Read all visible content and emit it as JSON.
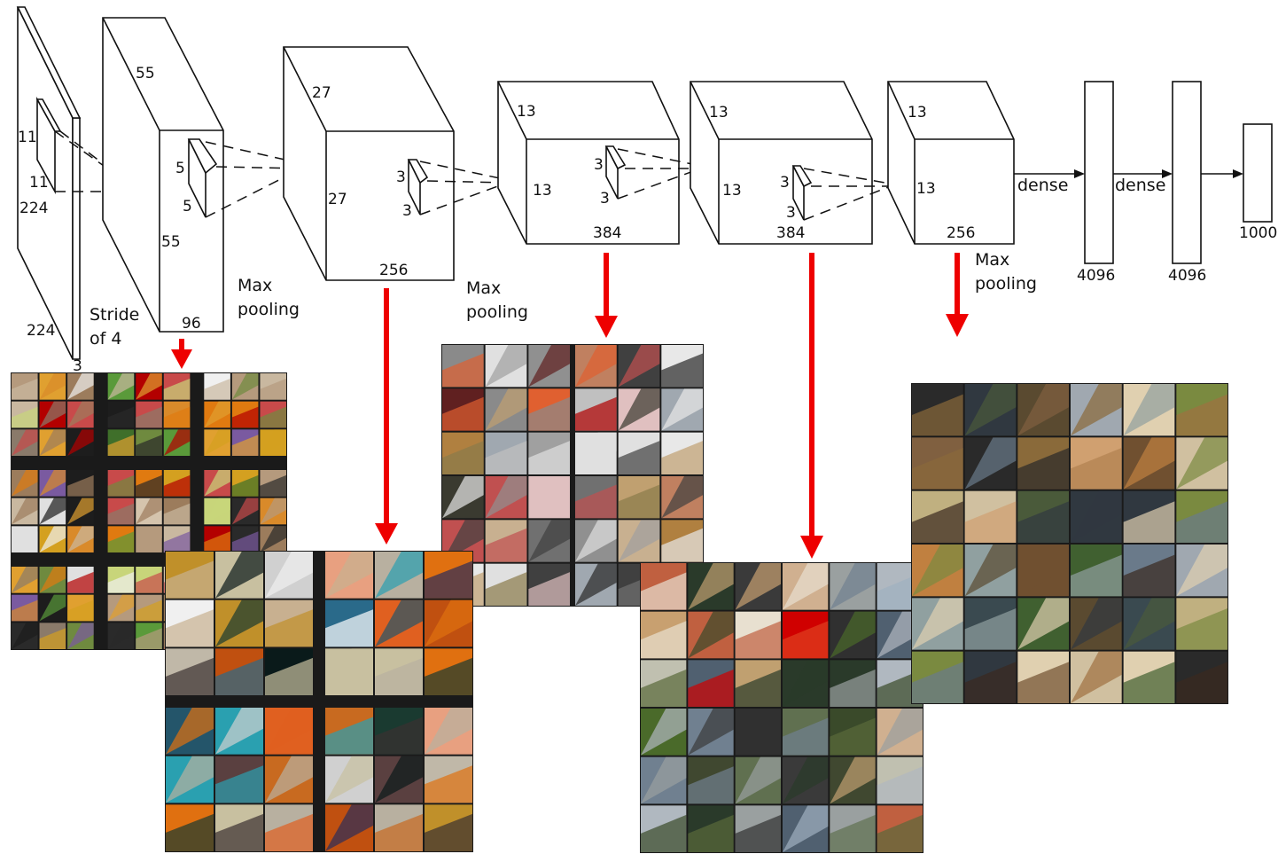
{
  "layers": [
    {
      "id": "input",
      "dims": [
        "224",
        "224",
        "3"
      ],
      "kernel": [
        "11",
        "11"
      ]
    },
    {
      "id": "conv1",
      "dims": [
        "55",
        "55",
        "96"
      ],
      "kernel": [
        "5",
        "5"
      ],
      "note": [
        "Stride",
        "of 4"
      ]
    },
    {
      "id": "conv2",
      "dims": [
        "27",
        "27",
        "256"
      ],
      "kernel": [
        "3",
        "3"
      ]
    },
    {
      "id": "conv3",
      "dims": [
        "13",
        "13",
        "384"
      ],
      "kernel": [
        "3",
        "3"
      ]
    },
    {
      "id": "conv4",
      "dims": [
        "13",
        "13",
        "384"
      ],
      "kernel": [
        "3",
        "3"
      ]
    },
    {
      "id": "conv5",
      "dims": [
        "13",
        "13",
        "256"
      ]
    },
    {
      "id": "fc1",
      "dims": [
        "4096"
      ]
    },
    {
      "id": "fc2",
      "dims": [
        "4096"
      ]
    },
    {
      "id": "output",
      "dims": [
        "1000"
      ]
    }
  ],
  "operations": {
    "pool1": [
      "Max",
      "pooling"
    ],
    "pool2": [
      "Max",
      "pooling"
    ],
    "pool3": [
      "Max",
      "pooling"
    ],
    "dense1": "dense",
    "dense2": "dense"
  },
  "colors": {
    "arrow": "#ee0000",
    "line": "#111111",
    "panel_bg": "#1a1a1a"
  },
  "feature_panels": [
    {
      "id": "layer1-patches",
      "palette": [
        "#2a2a2a",
        "#8a7a6a",
        "#c9b8a0",
        "#d5c4ad",
        "#b59a7d",
        "#6f8a3f",
        "#c8d57a",
        "#d98a2a",
        "#e07a10",
        "#e0a030",
        "#1d1d1d",
        "#b30000",
        "#d4a020",
        "#3f6f2a",
        "#5a9a3a",
        "#e0e0e0",
        "#9c7c5c",
        "#c84a4a",
        "#f0f0f0",
        "#7a5aa0"
      ]
    },
    {
      "id": "layer2-patches",
      "palette": [
        "#3a3030",
        "#24556a",
        "#2a6a8a",
        "#c8b090",
        "#d0a060",
        "#c0902a",
        "#1a3a30",
        "#2c2c5a",
        "#ffffff",
        "#0a1a1a",
        "#c8c0a0",
        "#2aa0b0",
        "#c0b8a8",
        "#e06020",
        "#b8b0a0",
        "#c86a20",
        "#d87030",
        "#e8a080",
        "#3a2a2a",
        "#d0d0d0",
        "#e07010",
        "#c05010",
        "#f0f0f0",
        "#5a4040"
      ]
    },
    {
      "id": "layer3-patches",
      "palette": [
        "#8a7a4a",
        "#3a3a30",
        "#c0c0c0",
        "#e06030",
        "#d8d0c0",
        "#8a8a8a",
        "#c0a070",
        "#2a2a2a",
        "#b00000",
        "#a0a0a0",
        "#e0e0e0",
        "#c05050",
        "#b08040",
        "#e0c0c0",
        "#404040",
        "#707070",
        "#d0a060",
        "#c08060",
        "#8a0000",
        "#909090",
        "#e8e8e8",
        "#a0a8b0",
        "#602020",
        "#c8b090"
      ]
    },
    {
      "id": "layer4-patches",
      "palette": [
        "#5a6a3a",
        "#4a6a2a",
        "#d00000",
        "#e8e0d0",
        "#8a7a5a",
        "#c06040",
        "#3a4a2a",
        "#a0b0c0",
        "#e04020",
        "#c0a070",
        "#2a3a2a",
        "#708090",
        "#c0c0b0",
        "#303030",
        "#9aa0a0",
        "#607050",
        "#a08050",
        "#d0b090",
        "#8a6a4a",
        "#3a3a3a",
        "#b0b8c0",
        "#506070",
        "#c8a070",
        "#404830"
      ]
    },
    {
      "id": "layer5-patches",
      "palette": [
        "#3a2a20",
        "#c08040",
        "#d0a070",
        "#8a6a3a",
        "#e0e0d0",
        "#2a2a2a",
        "#6a7a8a",
        "#a07040",
        "#b08050",
        "#4a5a3a",
        "#303840",
        "#90a0a0",
        "#c0b080",
        "#705030",
        "#e0d0b0",
        "#406030",
        "#204020",
        "#a0a8b0",
        "#c8c0b0",
        "#5a4a30",
        "#7a8a40",
        "#d0c0a0",
        "#806040",
        "#3a4a50"
      ]
    }
  ]
}
